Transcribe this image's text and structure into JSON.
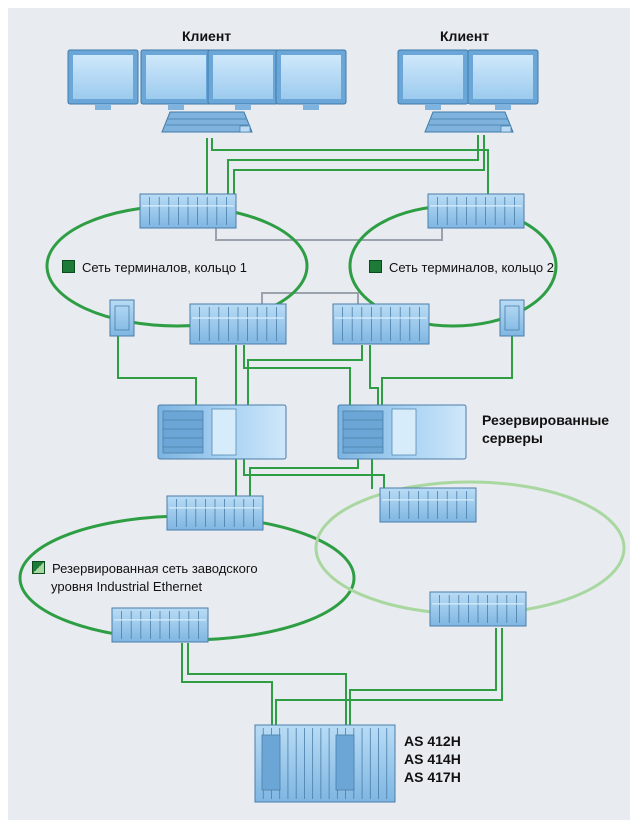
{
  "labels": {
    "client_left": "Клиент",
    "client_right": "Клиент",
    "ring1": "Сеть терминалов, кольцо 1",
    "ring2": "Сеть терминалов, кольцо 2",
    "servers_line1": "Резервированные",
    "servers_line2": "серверы",
    "plant_line1": "Резервированная сеть заводского",
    "plant_line2": "уровня Industrial Ethernet",
    "as1": "AS 412H",
    "as2": "AS 414H",
    "as3": "AS 417H"
  },
  "colors": {
    "background": "#e8ebef",
    "network_green": "#2e9e44",
    "network_green_light": "#a8d8a0",
    "link_gray": "#9aa3ad",
    "device_blue": "#8fc4ea",
    "device_outline": "#4a7ea8",
    "legend_dark_green": "#1e7b37"
  },
  "icons": [
    "monitor-icon",
    "keyboard-icon",
    "switch-icon",
    "server-icon",
    "controller-icon"
  ]
}
